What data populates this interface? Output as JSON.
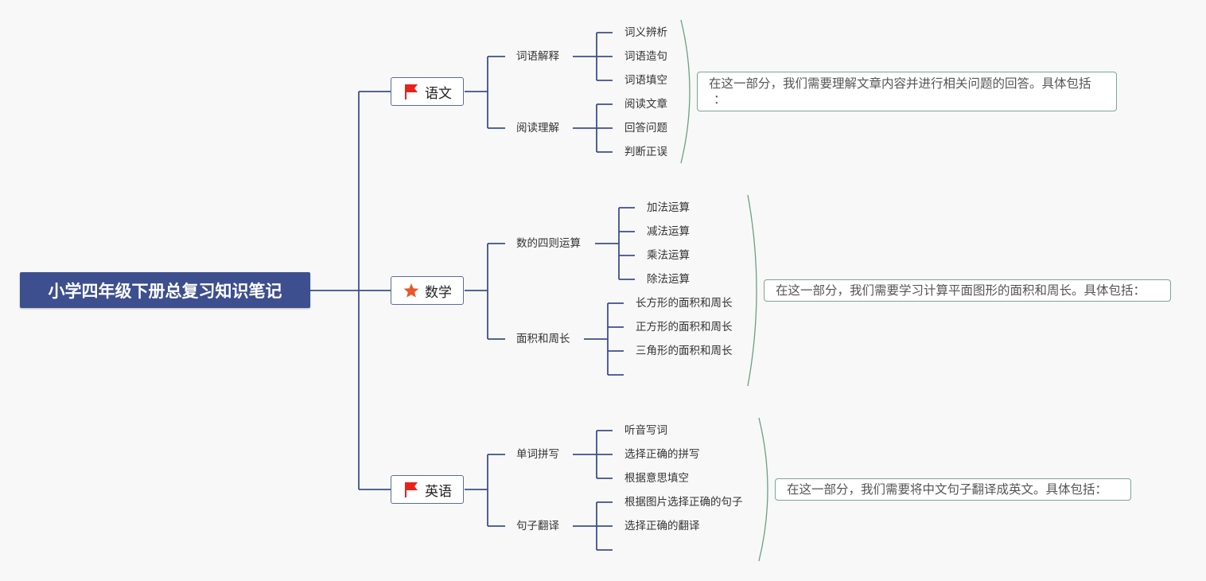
{
  "root": {
    "title": "小学四年级下册总复习知识笔记"
  },
  "branches": [
    {
      "label": "语文",
      "icon": "red-flag-icon",
      "subtopics": [
        {
          "label": "词语解释",
          "items": [
            "词义辨析",
            "词语造句",
            "词语填空"
          ]
        },
        {
          "label": "阅读理解",
          "items": [
            "阅读文章",
            "回答问题",
            "判断正误"
          ]
        }
      ],
      "summary": [
        "在这一部分，我们需要理解文章内容并进行相关问题的回答。具体包括",
        "："
      ]
    },
    {
      "label": "数学",
      "icon": "orange-star-icon",
      "subtopics": [
        {
          "label": "数的四则运算",
          "items": [
            "加法运算",
            "减法运算",
            "乘法运算",
            "除法运算"
          ]
        },
        {
          "label": "面积和周长",
          "items": [
            "长方形的面积和周长",
            "正方形的面积和周长",
            "三角形的面积和周长",
            ""
          ]
        }
      ],
      "summary": [
        "在这一部分，我们需要学习计算平面图形的面积和周长。具体包括："
      ]
    },
    {
      "label": "英语",
      "icon": "red-flag-icon",
      "subtopics": [
        {
          "label": "单词拼写",
          "items": [
            "听音写词",
            "选择正确的拼写",
            "根据意思填空"
          ]
        },
        {
          "label": "句子翻译",
          "items": [
            "根据图片选择正确的句子",
            "选择正确的翻译",
            ""
          ]
        }
      ],
      "summary": [
        "在这一部分，我们需要将中文句子翻译成英文。具体包括："
      ]
    }
  ],
  "colors": {
    "root_bg": "#3d4f8e",
    "line": "#3d4f8e",
    "bracket": "#6aa080",
    "flag": "#e8221b",
    "star": "#e8582a"
  }
}
